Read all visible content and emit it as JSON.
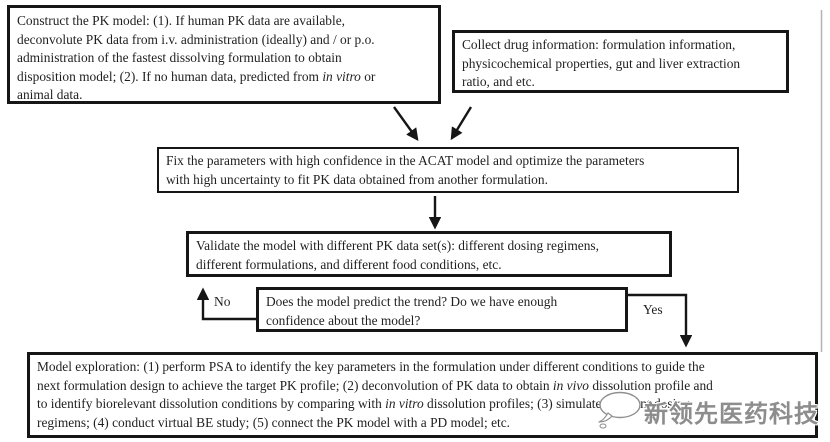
{
  "page": {
    "background": "#ffffff",
    "border_color": "#161616",
    "text_color": "#1f1f1f",
    "artifact_line_color": "#b3b3b3"
  },
  "boxes": {
    "construct": {
      "l1": "Construct the PK model: (1). If human PK data are available,",
      "l2": "deconvolute PK data from i.v. administration (ideally) and / or p.o.",
      "l3": "administration of the fastest dissolving formulation to obtain",
      "l4a": "disposition model; (2). If no human data, predicted from ",
      "l4b": "in vitro",
      "l4c": " or",
      "l5": "animal data."
    },
    "collect": {
      "l1": "Collect drug information: formulation information,",
      "l2": "physicochemical properties, gut and liver extraction",
      "l3": "ratio, and etc."
    },
    "fix": {
      "l1": "Fix the parameters with high confidence in the ACAT model and optimize the parameters",
      "l2": "with high uncertainty to fit PK data obtained from another formulation."
    },
    "validate": {
      "l1": "Validate the model with different PK data set(s): different dosing regimens,",
      "l2": "different formulations, and different food conditions, etc."
    },
    "decision": {
      "l1": "Does the model predict the trend?  Do we have enough",
      "l2": "confidence about the model?"
    },
    "exploration": {
      "l1": "Model exploration: (1) perform PSA to identify the key parameters in the formulation under different conditions to guide the",
      "l2a": "next formulation design to achieve the target PK profile; (2) deconvolution of PK data to obtain ",
      "l2b": "in vivo",
      "l2c": " dissolution profile and",
      "l3a": "to identify biorelevant dissolution conditions by comparing with ",
      "l3b": "in vitro",
      "l3c": " dissolution profiles; (3) simulate different dosing",
      "l4": "regimens; (4) conduct virtual BE study; (5) connect the PK model with a PD model; etc."
    }
  },
  "labels": {
    "no": "No",
    "yes": "Yes"
  },
  "watermark": {
    "text": "新领先医药科技",
    "color": "#8d8d8d"
  }
}
